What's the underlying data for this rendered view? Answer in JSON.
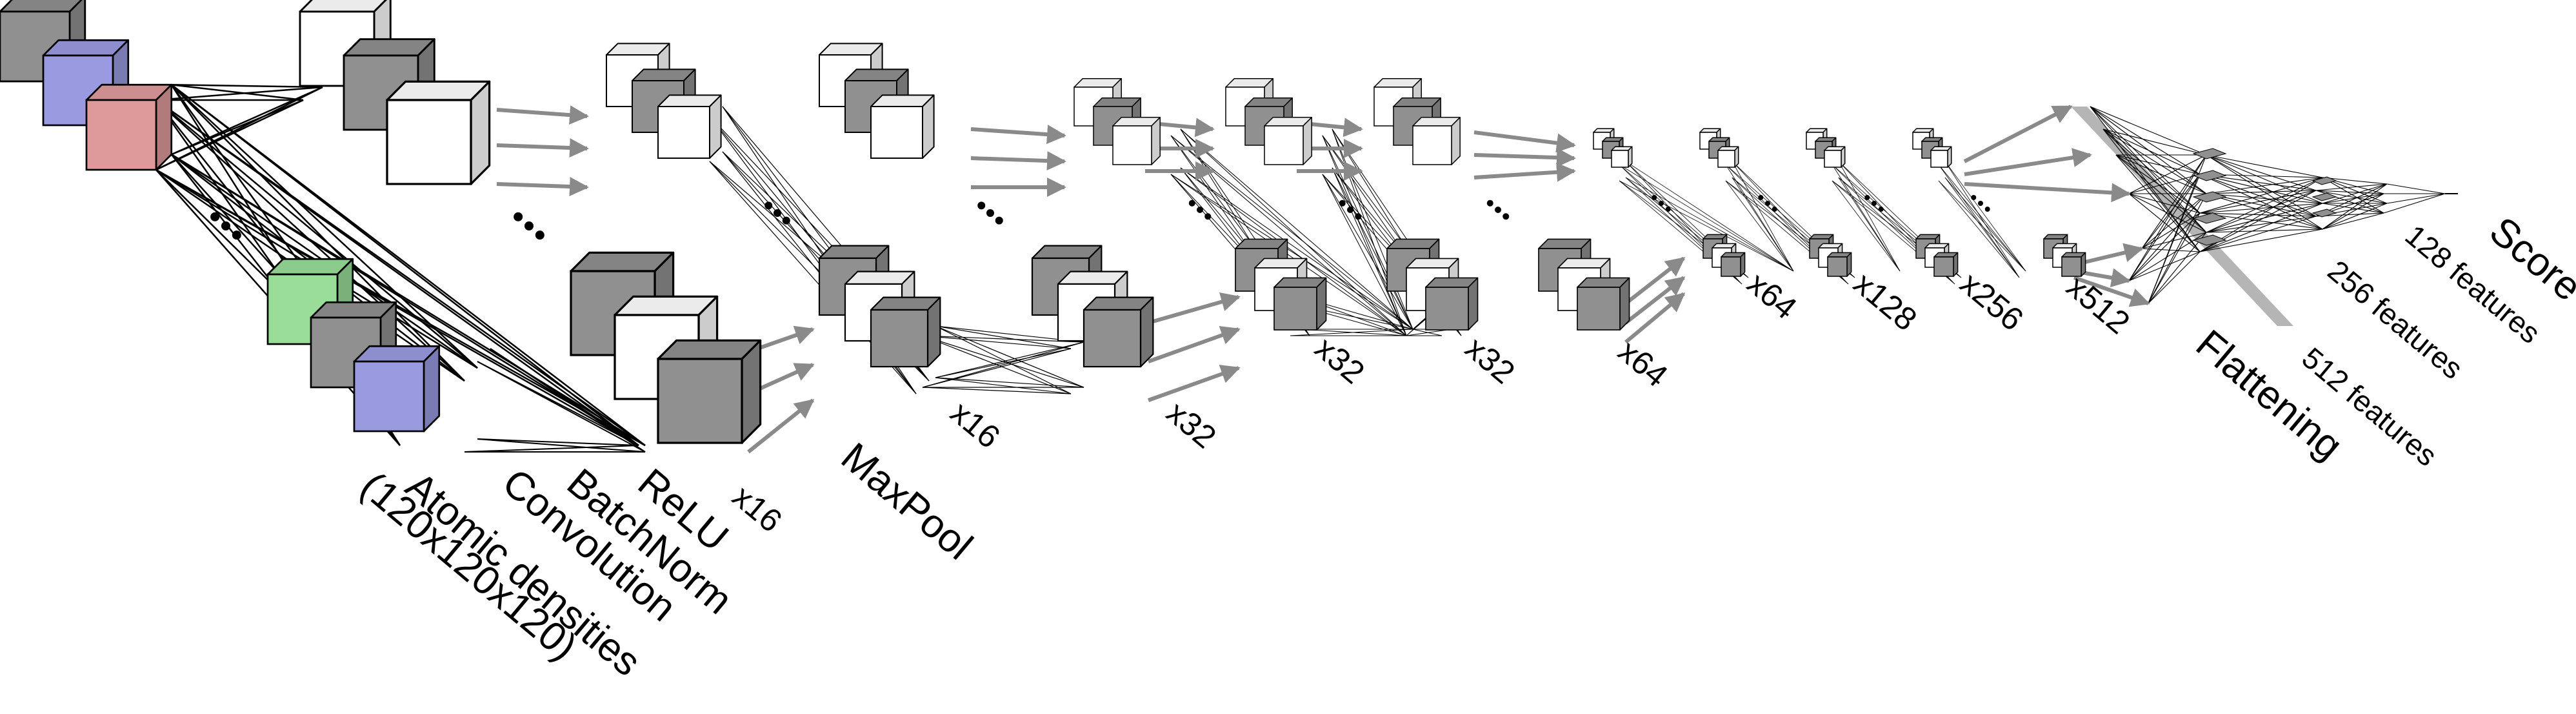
{
  "labels": {
    "input_line1": "Atomic densities",
    "input_line2": "(120x120x120)",
    "convolution": "Convolution",
    "batchnorm": "BatchNorm",
    "relu": "ReLU",
    "maxpool": "MaxPool",
    "flattening": "Flattening",
    "score": "Score",
    "features_512": "512 features",
    "features_256": "256 features",
    "features_128": "128 features"
  },
  "multipliers": {
    "m1": "x16",
    "m2": "x16",
    "m3": "x32",
    "m4": "x32",
    "m5": "x32",
    "m6": "x64",
    "m7": "x64",
    "m8": "x128",
    "m9": "x256",
    "m10": "x512"
  },
  "colors": {
    "gray": "#909090",
    "white": "#ffffff",
    "blue": "#9a9ae0",
    "red": "#de9a9a",
    "green": "#99dd99",
    "stroke": "#000000",
    "arrow": "#8a8a8a"
  }
}
